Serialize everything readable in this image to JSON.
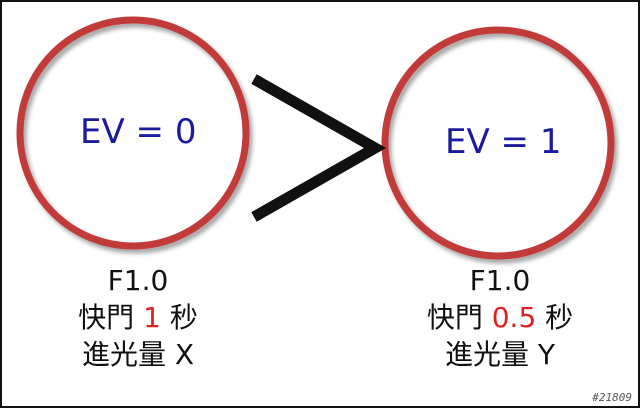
{
  "colors": {
    "circle_stroke": "#c23a3a",
    "label_text": "#1a1a9c",
    "highlight": "#e02020",
    "symbol": "#111111"
  },
  "left": {
    "ev_label": "EV = 0",
    "aperture": "F1.0",
    "shutter_prefix": "快門",
    "shutter_value": "1",
    "shutter_unit": "秒",
    "exposure": "進光量 X"
  },
  "comparison_symbol": ">",
  "right": {
    "ev_label": "EV = 1",
    "aperture": "F1.0",
    "shutter_prefix": "快門",
    "shutter_value": "0.5",
    "shutter_unit": "秒",
    "exposure": "進光量 Y"
  },
  "watermark": "#21809"
}
